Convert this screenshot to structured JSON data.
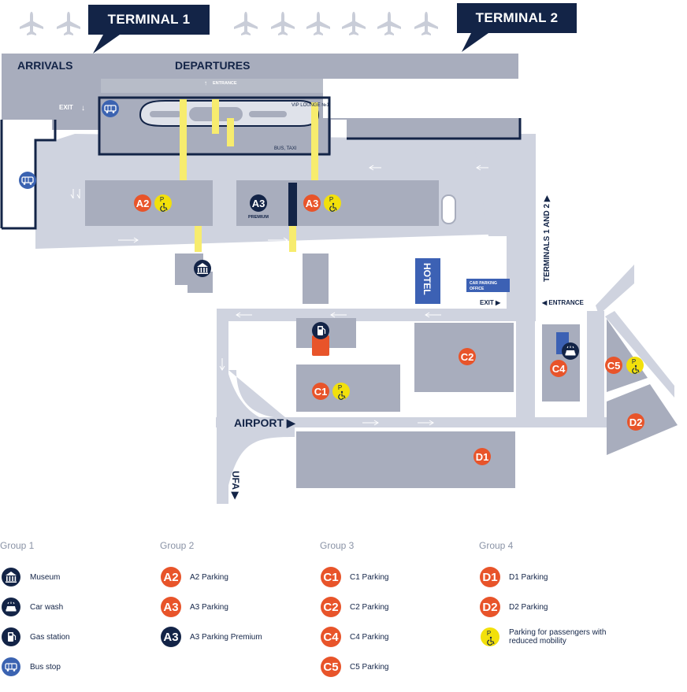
{
  "colors": {
    "navy": "#132447",
    "terminal_gray": "#a8adbd",
    "road_gray": "#cfd3df",
    "lot_gray": "#c7ccd9",
    "parking_orange": "#e8542a",
    "accessibility_yellow": "#f2e00b",
    "bus_blue": "#3b63b1",
    "hotel_blue": "#3c61b4",
    "walkway_yellow": "#f7ec6e"
  },
  "map": {
    "terminal1_label": "TERMINAL 1",
    "terminal2_label": "TERMINAL 2",
    "arrivals_label": "ARRIVALS",
    "departures_label": "DEPARTURES",
    "entrance_small": "ENTRANCE",
    "exit_left": "EXIT",
    "exit_right": "EXIT",
    "entrance_right": "ENTRANCE",
    "vip_lounge": "VIP LOUNGE №1",
    "bus_taxi": "BUS, TAXI",
    "premium_label": "PREMIUM",
    "hotel_label": "HOTEL",
    "car_parking_office_line1": "CAR PARKING",
    "car_parking_office_line2": "OFFICE",
    "exit_bottom": "EXIT ▶",
    "entrance_bottom": "◀ ENTRANCE",
    "terminals_road": "TERMINALS 1 AND 2 ▶",
    "airport_road": "AIRPORT ▶",
    "ufa_road": "UFA ▶",
    "badges": {
      "a2": "A2",
      "a3": "A3",
      "a3_premium": "A3",
      "c1": "C1",
      "c2": "C2",
      "c4": "C4",
      "c5": "C5",
      "d1": "D1",
      "d2": "D2"
    },
    "accessible_p": "P",
    "icons": [
      "plane-icon",
      "bus-icon",
      "museum-icon",
      "car-wash-icon",
      "gas-station-icon",
      "wheelchair-icon"
    ]
  },
  "legend": {
    "groups": [
      {
        "title": "Group 1",
        "items": [
          {
            "icon": "museum-icon",
            "label": "Museum"
          },
          {
            "icon": "car-wash-icon",
            "label": "Car wash"
          },
          {
            "icon": "gas-station-icon",
            "label": "Gas station"
          },
          {
            "icon": "bus-icon",
            "label": "Bus stop"
          }
        ]
      },
      {
        "title": "Group 2",
        "items": [
          {
            "badge": "A2",
            "label": "A2 Parking"
          },
          {
            "badge": "A3",
            "label": "A3 Parking"
          },
          {
            "badge": "A3",
            "label": "A3 Parking Premium"
          }
        ]
      },
      {
        "title": "Group 3",
        "items": [
          {
            "badge": "C1",
            "label": "C1 Parking"
          },
          {
            "badge": "C2",
            "label": "C2 Parking"
          },
          {
            "badge": "C4",
            "label": "C4 Parking"
          },
          {
            "badge": "C5",
            "label": "C5 Parking"
          }
        ]
      },
      {
        "title": "Group 4",
        "items": [
          {
            "badge": "D1",
            "label": "D1 Parking"
          },
          {
            "badge": "D2",
            "label": "D2 Parking"
          },
          {
            "badge": "P",
            "label": "Parking for passengers with reduced mobility"
          }
        ]
      }
    ]
  }
}
